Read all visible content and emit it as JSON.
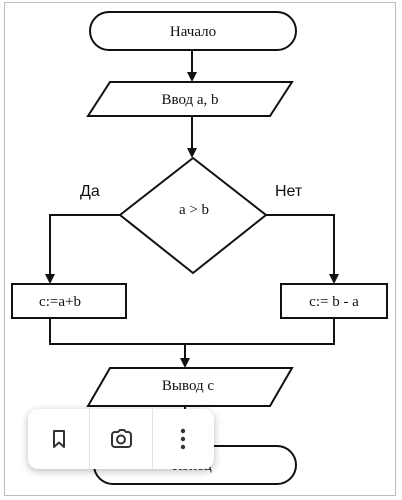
{
  "flowchart": {
    "start": "Начало",
    "input": "Ввод a, b",
    "condition": "a > b",
    "yes_label": "Да",
    "no_label": "Нет",
    "yes_action": "c:=a+b",
    "no_action": "c:= b - a",
    "output": "Вывод c",
    "end": "Конец"
  },
  "toolbar": {
    "icons": [
      "bookmark-icon",
      "lens-search-icon",
      "more-vertical-icon"
    ]
  }
}
